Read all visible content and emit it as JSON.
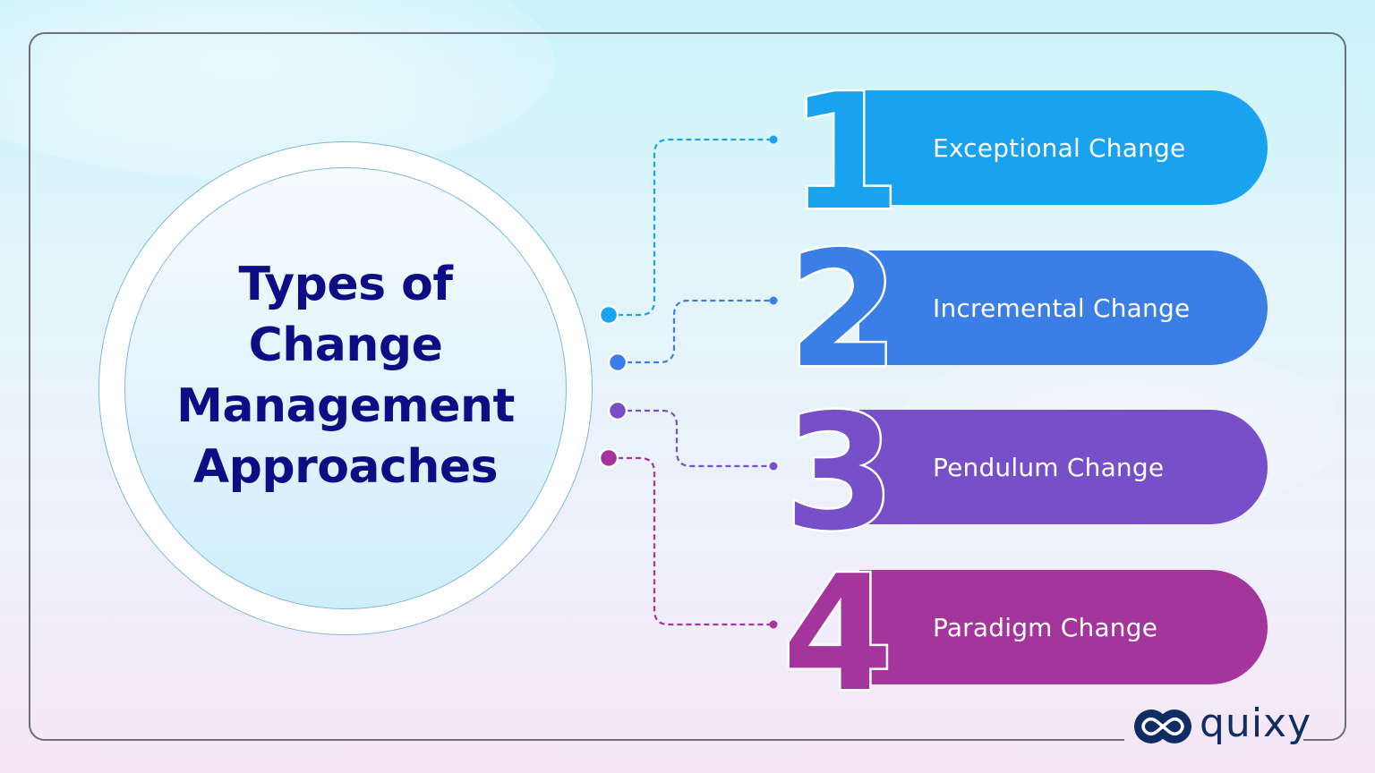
{
  "title": {
    "lines": [
      "Types of",
      "Change",
      "Management",
      "Approaches"
    ],
    "color": "#0d0d85"
  },
  "items": [
    {
      "number": "1",
      "label": "Exceptional Change",
      "color": "#19a2f0"
    },
    {
      "number": "2",
      "label": "Incremental Change",
      "color": "#3b7ee6"
    },
    {
      "number": "3",
      "label": "Pendulum Change",
      "color": "#764fc9"
    },
    {
      "number": "4",
      "label": "Paradigm Change",
      "color": "#a3359c"
    }
  ],
  "logo": {
    "text": "quixy",
    "color": "#0f2d63"
  }
}
